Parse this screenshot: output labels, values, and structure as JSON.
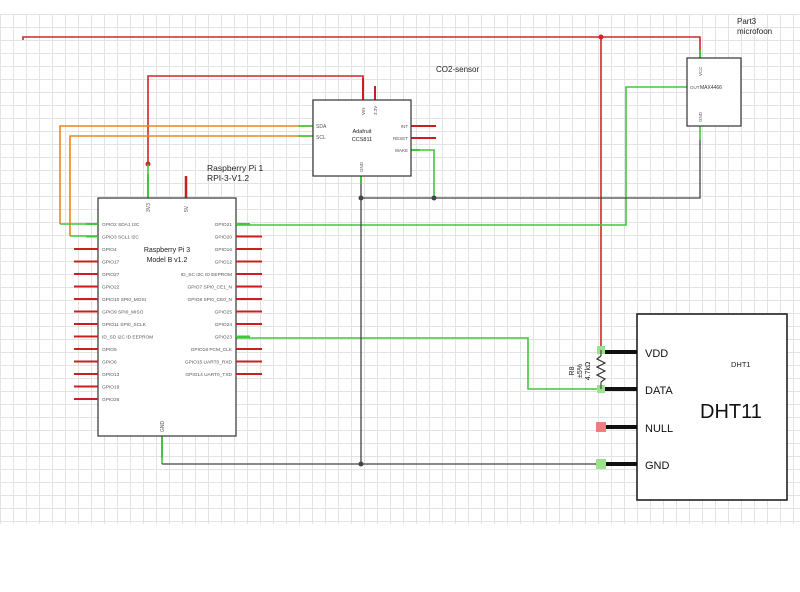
{
  "labels": {
    "co2_sensor": "CO2-sensor",
    "part3_line1": "Part3",
    "part3_line2": "microfoon",
    "rpi_title_line1": "Raspberry Pi 1",
    "rpi_title_line2": "RPI-3-V1.2",
    "rpi_body_line1": "Raspberry Pi 3",
    "rpi_body_line2": "Model B v1.2",
    "ccs_line1": "Adafruit",
    "ccs_line2": "CCS811",
    "ccs_sda": "SDA",
    "ccs_scl": "SCL",
    "ccs_vin": "VIN",
    "ccs_3v": "3.3V",
    "ccs_gnd": "GND",
    "ccs_int": "INT",
    "ccs_reset": "RESET",
    "ccs_wake": "WAKE",
    "mic_chip": "MAX4466",
    "mic_vcc": "VCC",
    "mic_out": "OUT",
    "mic_gnd": "GND",
    "rpi_3v3": "3V3",
    "rpi_5v": "5V",
    "rpi_gnd": "GND",
    "resistor_label": "R8",
    "resistor_tol": "±5%",
    "resistor_val": "4.7kΩ",
    "dht_title": "DHT1",
    "dht_name": "DHT11",
    "dht_vdd": "VDD",
    "dht_data": "DATA",
    "dht_null": "NULL",
    "dht_gnd": "GND"
  },
  "rpi_left_pins": [
    "GPIO2 SDA1 I2C",
    "GPIO3 SCL1 I2C",
    "GPIO4",
    "GPIO17",
    "GPIO27",
    "GPIO22",
    "GPIO10 SPI0_MOSI",
    "GPIO9 SPI0_MISO",
    "GPIO11 SPI0_SCLK",
    "ID_SD I2C ID EEPROM",
    "GPIO5",
    "GPIO6",
    "GPIO13",
    "GPIO19",
    "GPIO26"
  ],
  "rpi_right_pins": [
    "GPIO21",
    "GPIO20",
    "GPIO16",
    "GPIO12",
    "ID_SC I2C ID EEPROM",
    "GPIO7 SPI0_CE1_N",
    "GPIO8 SPI0_CE0_N",
    "GPIO25",
    "GPIO24",
    "GPIO23",
    "GPIO18 PCM_CLK",
    "GPIO15 UART0_RXD",
    "GPIO14 UART0_TXD"
  ],
  "colors": {
    "red": "#d0262b",
    "orange": "#e8891e",
    "green": "#3ec83a",
    "wire_dark": "#444444",
    "pin": "#c8201f",
    "green_pad": "#9be28f",
    "red_pad": "#f07b80"
  }
}
